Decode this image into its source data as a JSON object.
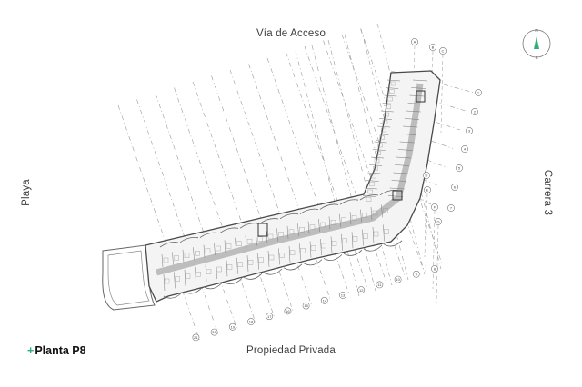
{
  "labels": {
    "top": "Vía de Acceso",
    "bottom": "Propiedad Privada",
    "left": "Playa",
    "right": "Carrera 3"
  },
  "title": {
    "plus": "+",
    "text": "Planta P8"
  },
  "compass": {
    "north": "N",
    "south": "S",
    "accent_color": "#2fb07a"
  },
  "grid_markers": {
    "letters": [
      "A",
      "B",
      "C",
      "D",
      "E",
      "F",
      "G"
    ],
    "numbers_east": [
      "1",
      "2",
      "3",
      "4",
      "5",
      "6",
      "7"
    ],
    "numbers_south": [
      "8",
      "9",
      "10",
      "11",
      "12",
      "13",
      "14",
      "15",
      "16",
      "17",
      "18",
      "19",
      "20",
      "21"
    ]
  },
  "colors": {
    "line": "#555555",
    "grid": "#9a9a9a",
    "accent": "#2fb07a"
  }
}
